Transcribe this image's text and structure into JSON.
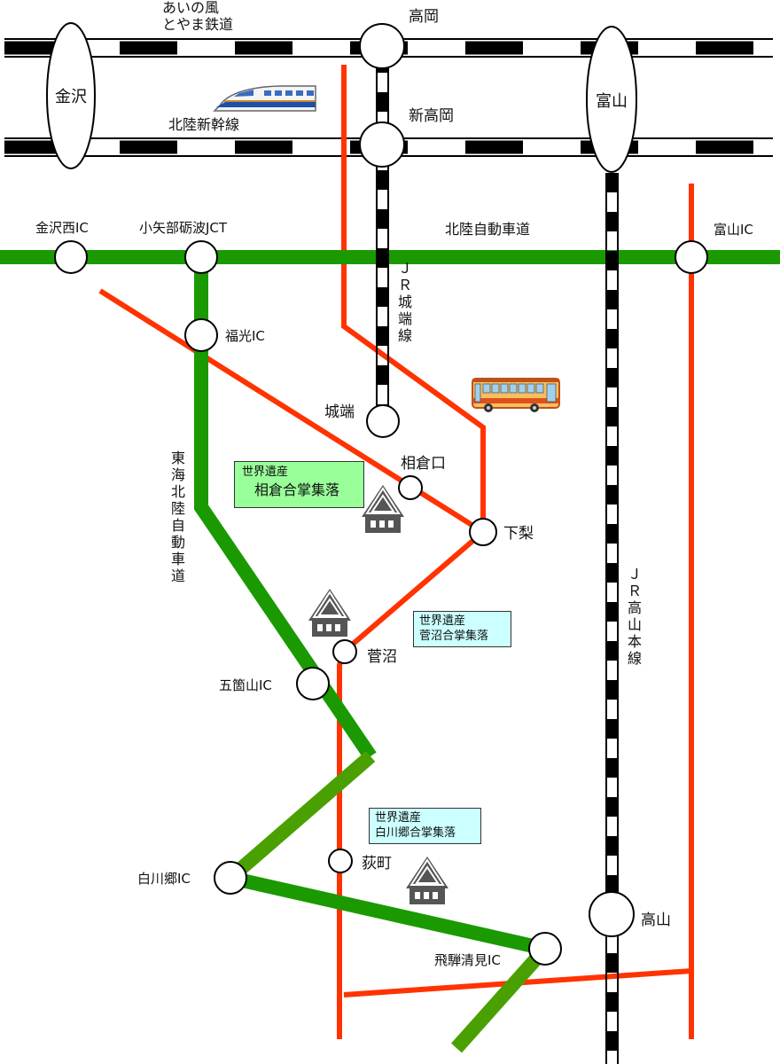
{
  "colors": {
    "road_red": "#ff3300",
    "expressway_green": "#1a9a00",
    "expressway_green_light": "#4aa000",
    "rail_black": "#000000",
    "heritage_green_bg": "#99ff99",
    "heritage_cyan_bg": "#ccffff",
    "station_fill": "#ffffff"
  },
  "railways": {
    "ainokaze_line": "あいの風\nとやま鉄道",
    "shinkansen": "北陸新幹線",
    "jr_johana_line": "ＪＲ城端線",
    "jr_takayama_line": "ＪＲ高山本線"
  },
  "stations": {
    "kanazawa": "金沢",
    "takaoka": "高岡",
    "shin_takaoka": "新高岡",
    "toyama": "富山",
    "johana": "城端",
    "takayama": "高山"
  },
  "expressways": {
    "hokuriku": "北陸自動車道",
    "tokai_hokuriku": "東海北陸自動車道"
  },
  "interchanges": {
    "kanazawa_nishi": "金沢西IC",
    "oyabe_tonami_jct": "小矢部砺波JCT",
    "toyama_ic": "富山IC",
    "fukumitsu": "福光IC",
    "gokayama": "五箇山IC",
    "shirakawago": "白川郷IC",
    "hida_kiyomi": "飛騨清見IC"
  },
  "bus_stops": {
    "ainokura_guchi": "相倉口",
    "shimonashi": "下梨",
    "suganuma": "菅沼",
    "ogimachi": "荻町"
  },
  "heritage": {
    "ainokura": {
      "line1": "世界遺産",
      "line2": "相倉合掌集落"
    },
    "suganuma": {
      "line1": "世界遺産",
      "line2": "菅沼合掌集落"
    },
    "shirakawago": {
      "line1": "世界遺産",
      "line2": "白川郷合掌集落"
    }
  },
  "icons": [
    "shinkansen-icon",
    "bus-icon",
    "gassho-house-icon"
  ]
}
